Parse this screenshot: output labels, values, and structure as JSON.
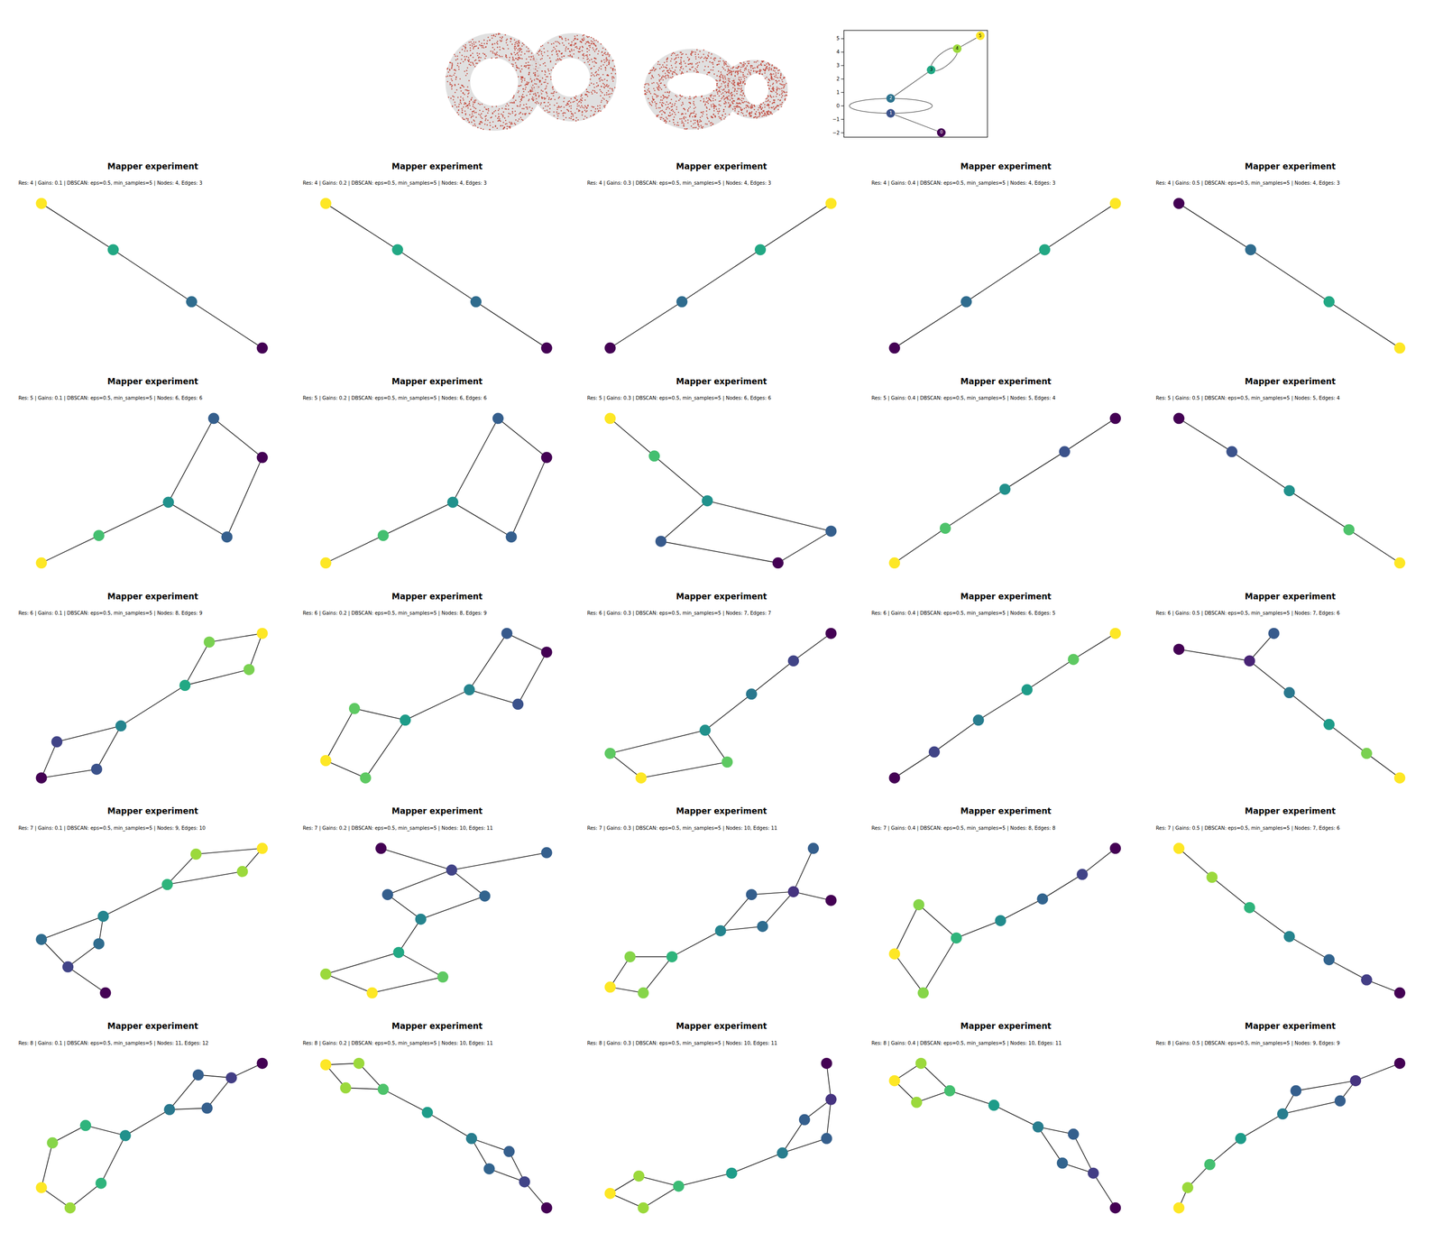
{
  "diagram": {
    "nodes": [
      {
        "text": [
          "0"
        ]
      },
      {
        "text": [
          "1"
        ]
      },
      {
        "text": [
          "2"
        ]
      },
      {
        "text": [
          "3"
        ]
      },
      {
        "text": [
          "4"
        ]
      },
      {
        "text": [
          "5"
        ]
      }
    ],
    "edges": [
      {
        "from": 0,
        "to": 1,
        "arrow": "none"
      },
      {
        "from": 1,
        "to": 2,
        "arrow": "none"
      },
      {
        "from": 1,
        "to": 2,
        "arrow": "none"
      },
      {
        "from": 2,
        "to": 3,
        "arrow": "none"
      },
      {
        "from": 3,
        "to": 4,
        "arrow": "none"
      },
      {
        "from": 3,
        "to": 4,
        "arrow": "none"
      },
      {
        "from": 4,
        "to": 5,
        "arrow": "none"
      }
    ],
    "labels": [
      "5",
      "4",
      "3",
      "2",
      "1",
      "0",
      "−1",
      "−2",
      "Mapper experiment",
      "Res: 4 | Gains: 0.1 | DBSCAN: eps=0.5, min_samples=5 | Nodes: 4, Edges: 3",
      "Mapper experiment",
      "Res: 4 | Gains: 0.2 | DBSCAN: eps=0.5, min_samples=5 | Nodes: 4, Edges: 3",
      "Mapper experiment",
      "Res: 4 | Gains: 0.3 | DBSCAN: eps=0.5, min_samples=5 | Nodes: 4, Edges: 3",
      "Mapper experiment",
      "Res: 4 | Gains: 0.4 | DBSCAN: eps=0.5, min_samples=5 | Nodes: 4, Edges: 3",
      "Mapper experiment",
      "Res: 4 | Gains: 0.5 | DBSCAN: eps=0.5, min_samples=5 | Nodes: 4, Edges: 3",
      "Mapper experiment",
      "Res: 5 | Gains: 0.1 | DBSCAN: eps=0.5, min_samples=5 | Nodes: 6, Edges: 6",
      "Mapper experiment",
      "Res: 5 | Gains: 0.2 | DBSCAN: eps=0.5, min_samples=5 | Nodes: 6, Edges: 6",
      "Mapper experiment",
      "Res: 5 | Gains: 0.3 | DBSCAN: eps=0.5, min_samples=5 | Nodes: 6, Edges: 6",
      "Mapper experiment",
      "Res: 5 | Gains: 0.4 | DBSCAN: eps=0.5, min_samples=5 | Nodes: 5, Edges: 4",
      "Mapper experiment",
      "Res: 5 | Gains: 0.5 | DBSCAN: eps=0.5, min_samples=5 | Nodes: 5, Edges: 4",
      "Mapper experiment",
      "Res: 6 | Gains: 0.1 | DBSCAN: eps=0.5, min_samples=5 | Nodes: 8, Edges: 9",
      "Mapper experiment",
      "Res: 6 | Gains: 0.2 | DBSCAN: eps=0.5, min_samples=5 | Nodes: 8, Edges: 9",
      "Mapper experiment",
      "Res: 6 | Gains: 0.3 | DBSCAN: eps=0.5, min_samples=5 | Nodes: 7, Edges: 7",
      "Mapper experiment",
      "Res: 6 | Gains: 0.4 | DBSCAN: eps=0.5, min_samples=5 | Nodes: 6, Edges: 5",
      "Mapper experiment",
      "Res: 6 | Gains: 0.5 | DBSCAN: eps=0.5, min_samples=5 | Nodes: 7, Edges: 6",
      "Mapper experiment",
      "Res: 7 | Gains: 0.1 | DBSCAN: eps=0.5, min_samples=5 | Nodes: 9, Edges: 10",
      "Mapper experiment",
      "Res: 7 | Gains: 0.2 | DBSCAN: eps=0.5, min_samples=5 | Nodes: 10, Edges: 11",
      "Mapper experiment",
      "Res: 7 | Gains: 0.3 | DBSCAN: eps=0.5, min_samples=5 | Nodes: 10, Edges: 11",
      "Mapper experiment",
      "Res: 7 | Gains: 0.4 | DBSCAN: eps=0.5, min_samples=5 | Nodes: 8, Edges: 8",
      "Mapper experiment",
      "Res: 7 | Gains: 0.5 | DBSCAN: eps=0.5, min_samples=5 | Nodes: 7, Edges: 6",
      "Mapper experiment",
      "Res: 8 | Gains: 0.1 | DBSCAN: eps=0.5, min_samples=5 | Nodes: 11, Edges: 12",
      "Mapper experiment",
      "Res: 8 | Gains: 0.2 | DBSCAN: eps=0.5, min_samples=5 | Nodes: 10, Edges: 11",
      "Mapper experiment",
      "Res: 8 | Gains: 0.3 | DBSCAN: eps=0.5, min_samples=5 | Nodes: 10, Edges: 11",
      "Mapper experiment",
      "Res: 8 | Gains: 0.4 | DBSCAN: eps=0.5, min_samples=5 | Nodes: 10, Edges: 11",
      "Mapper experiment",
      "Res: 8 | Gains: 0.5 | DBSCAN: eps=0.5, min_samples=5 | Nodes: 9, Edges: 9"
    ]
  }
}
